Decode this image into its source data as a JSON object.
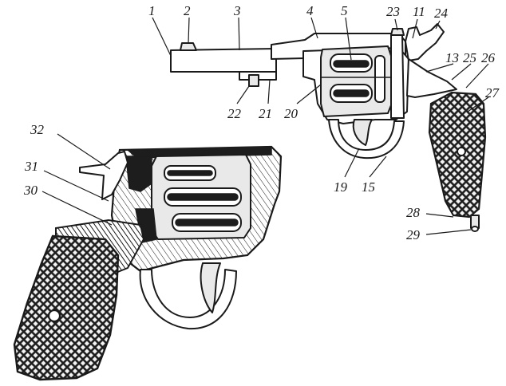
{
  "labels": [
    {
      "id": "1",
      "text": "1"
    },
    {
      "id": "2",
      "text": "2"
    },
    {
      "id": "3",
      "text": "3"
    },
    {
      "id": "4",
      "text": "4"
    },
    {
      "id": "5",
      "text": "5"
    },
    {
      "id": "23",
      "text": "23"
    },
    {
      "id": "11",
      "text": "11"
    },
    {
      "id": "24",
      "text": "24"
    },
    {
      "id": "13",
      "text": "13"
    },
    {
      "id": "25",
      "text": "25"
    },
    {
      "id": "26",
      "text": "26"
    },
    {
      "id": "27",
      "text": "27"
    },
    {
      "id": "22",
      "text": "22"
    },
    {
      "id": "21",
      "text": "21"
    },
    {
      "id": "20",
      "text": "20"
    },
    {
      "id": "19",
      "text": "19"
    },
    {
      "id": "15",
      "text": "15"
    },
    {
      "id": "28",
      "text": "28"
    },
    {
      "id": "29",
      "text": "29"
    },
    {
      "id": "32",
      "text": "32"
    },
    {
      "id": "31",
      "text": "31"
    },
    {
      "id": "30",
      "text": "30"
    }
  ]
}
